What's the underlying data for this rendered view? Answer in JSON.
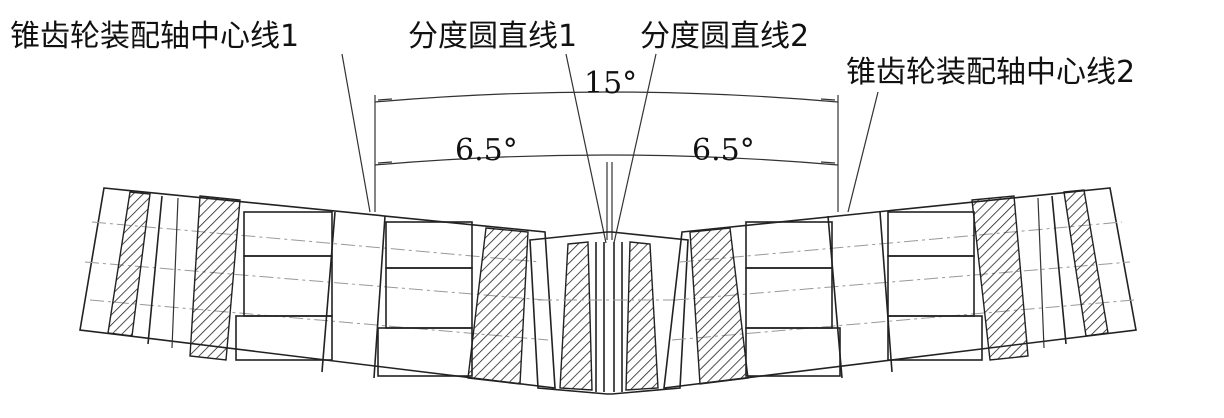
{
  "labels": {
    "axis_left": "锥齿轮装配轴中心线1",
    "pitch_left": "分度圆直线1",
    "pitch_right": "分度圆直线2",
    "axis_right": "锥齿轮装配轴中心线2"
  },
  "angles": {
    "total": "15°",
    "left_half": "6.5°",
    "right_half": "6.5°"
  }
}
